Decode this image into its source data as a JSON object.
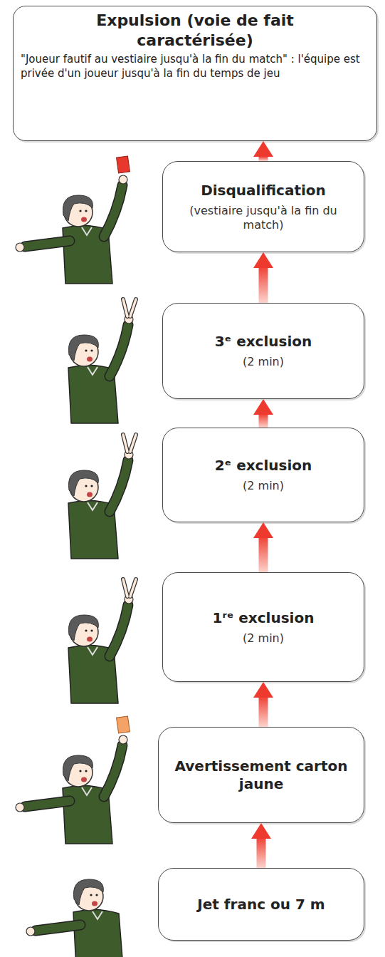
{
  "diagram": {
    "nodes": [
      {
        "text": [
          "Expulsion (voie de fait caractérisée)",
          "\"Joueur fautif au vestiaire jusqu'à la fin du match\" : l'équipe est privée d'un joueur jusqu'à la fin du temps de jeu"
        ]
      },
      {
        "text": [
          "Disqualification",
          "(vestiaire jusqu'à la fin du match)"
        ]
      },
      {
        "text": [
          "3ᵉ exclusion",
          "(2 min)"
        ]
      },
      {
        "text": [
          "2ᵉ exclusion",
          "(2 min)"
        ]
      },
      {
        "text": [
          "1ʳᵉ exclusion",
          "(2 min)"
        ]
      },
      {
        "text": [
          "Avertissement carton jaune"
        ]
      },
      {
        "text": [
          "Jet franc ou 7 m"
        ]
      }
    ],
    "edges": [
      {
        "from": 6,
        "to": 5,
        "arrow": "to"
      },
      {
        "from": 5,
        "to": 4,
        "arrow": "to"
      },
      {
        "from": 4,
        "to": 3,
        "arrow": "to"
      },
      {
        "from": 3,
        "to": 2,
        "arrow": "to"
      },
      {
        "from": 2,
        "to": 1,
        "arrow": "to"
      },
      {
        "from": 1,
        "to": 0,
        "arrow": "to"
      }
    ]
  }
}
